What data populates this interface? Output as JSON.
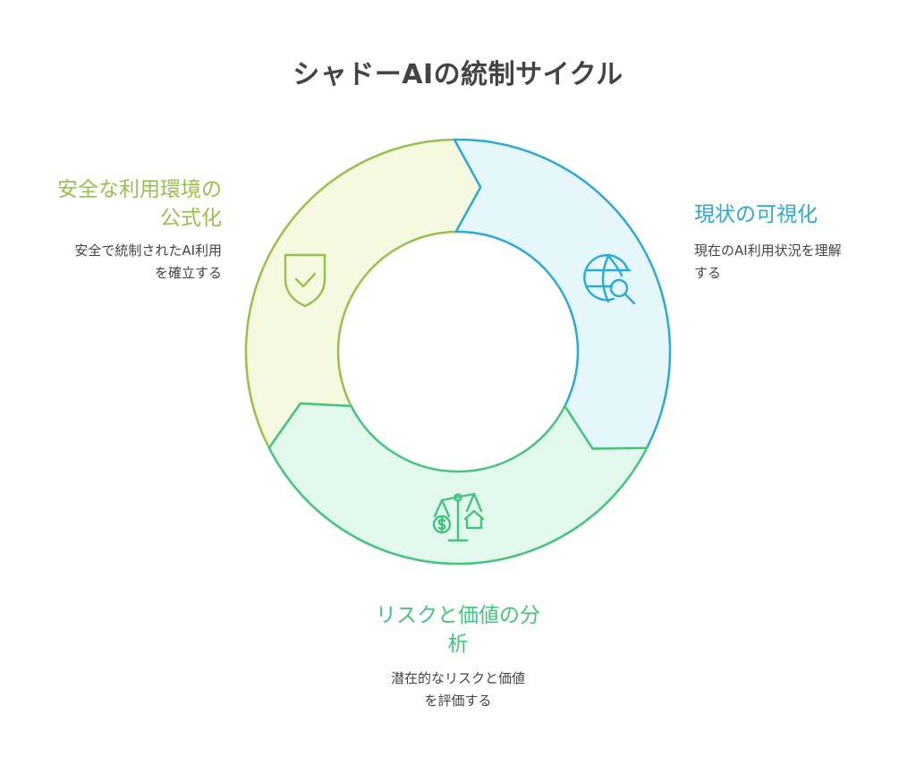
{
  "title": "シャドーAIの統制サイクル",
  "colors": {
    "green": "#9abf4a",
    "green_fill": "#f4f9e0",
    "blue": "#2aaad8",
    "blue_fill": "#e6f7fc",
    "teal": "#45c47f",
    "teal_fill": "#e2f8ec"
  },
  "stages": {
    "formalize": {
      "heading_line1": "安全な利用環境の",
      "heading_line2": "公式化",
      "desc_line1": "安全で統制されたAI利用",
      "desc_line2": "を確立する",
      "icon": "shield-check-icon"
    },
    "visualize": {
      "heading_line1": "現状の可視化",
      "desc_line1": "現在のAI利用状況を理解",
      "desc_line2": "する",
      "icon": "globe-search-icon"
    },
    "analyze": {
      "heading_line1": "リスクと価値の分",
      "heading_line2": "析",
      "desc_line1": "潜在的なリスクと価値",
      "desc_line2": "を評価する",
      "icon": "balance-scale-icon"
    }
  }
}
